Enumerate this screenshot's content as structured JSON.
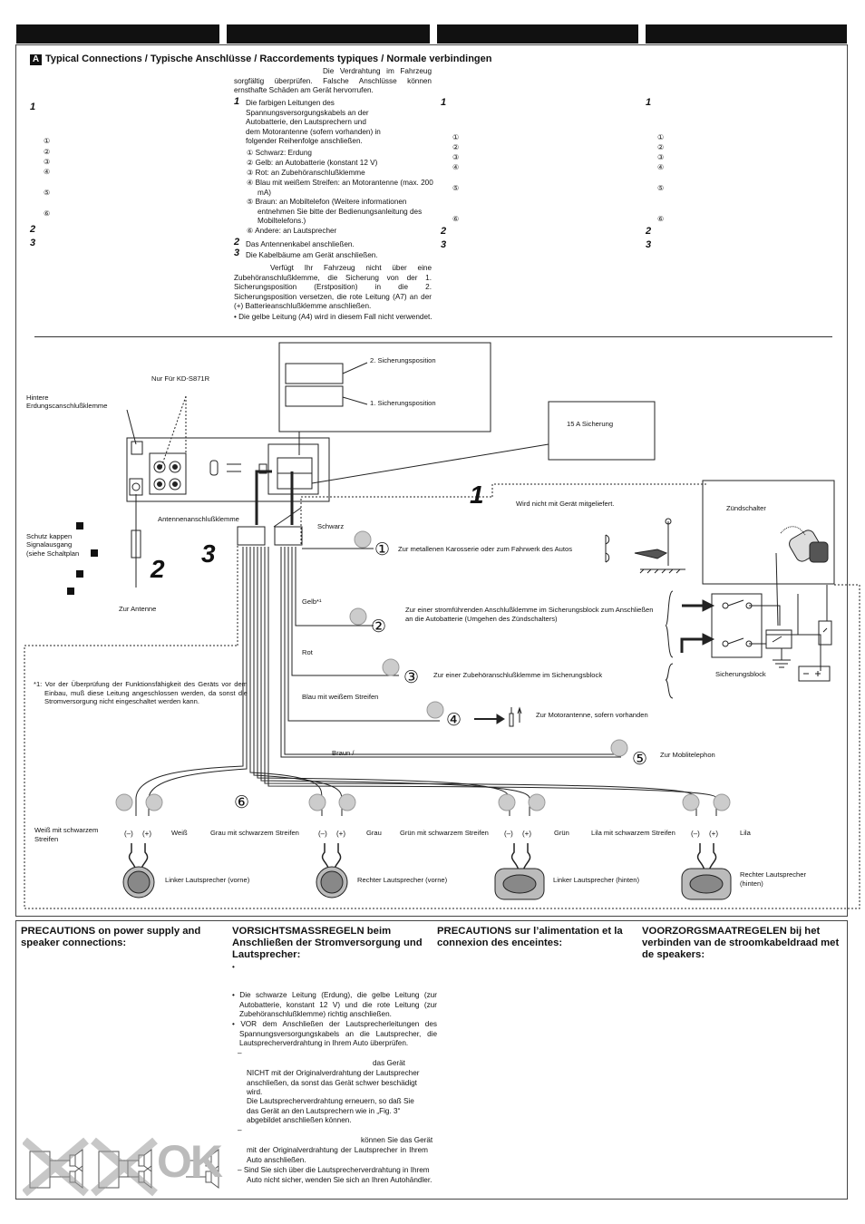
{
  "title": {
    "marker": "A",
    "text": "Typical Connections / Typische Anschlüsse / Raccordements typiques / Normale verbindingen"
  },
  "german": {
    "intro": "Die Verdrahtung im Fahrzeug sorgfältig überprüfen. Falsche Anschlüsse können ernsthafte Schäden am Gerät hervorrufen.",
    "s1_num": "1",
    "s1": "Die farbigen Leitungen des Spannungsversorgungskabels an der Autobatterie, den Lautsprechern und dem Motorantenne (sofern vorhanden) in folgender Reihenfolge anschließen.",
    "items": [
      "① Schwarz: Erdung",
      "② Gelb: an Autobatterie (konstant 12 V)",
      "③ Rot: an Zubehöranschlußklemme",
      "④ Blau mit weißem Streifen: an Motorantenne (max. 200 mA)",
      "⑤ Braun: an Mobiltelefon (Weitere informationen entnehmen Sie bitte der Bedienungsanleitung des Mobiltelefons.)",
      "⑥ Andere: an Lautsprecher"
    ],
    "s2_num": "2",
    "s2": "Das Antennenkabel anschließen.",
    "s3_num": "3",
    "s3": "Die Kabelbäume am Gerät anschließen.",
    "note": "Verfügt Ihr Fahrzeug nicht über eine Zubehöranschlußklemme, die Sicherung von der 1. Sicherungsposition (Erstposition) in die 2. Sicherungsposition versetzen, die rote Leitung (A7) an der (+) Batterieanschlußklemme anschließen.",
    "bullet": "• Die gelbe Leitung (A4) wird in diesem Fall nicht verwendet."
  },
  "columns": {
    "c1": {
      "n1": "1",
      "items": [
        "①",
        "②",
        "③",
        "④",
        "⑤",
        "⑥"
      ],
      "n2": "2",
      "n3": "3"
    },
    "c3": {
      "n1": "1",
      "items": [
        "①",
        "②",
        "③",
        "④",
        "⑤",
        "⑥"
      ],
      "n2": "2",
      "n3": "3"
    },
    "c4": {
      "n1": "1",
      "items": [
        "①",
        "②",
        "③",
        "④",
        "⑤",
        "⑥"
      ],
      "n2": "2",
      "n3": "3"
    }
  },
  "diagram": {
    "fuse_pos2": "2. Sicherungsposition",
    "fuse_pos1": "1. Sicherungsposition",
    "nur_fuer": "Nur Für KD-S871R",
    "hintere": "Hintere",
    "erdung": "Erdungscanschlußklemme",
    "fuse15": "15 A Sicherung",
    "not_supplied": "Wird nicht mit Gerät mitgeliefert.",
    "ignition": "Zündschalter",
    "antenna_terminal": "Antennenanschlußklemme",
    "schutz": [
      "Schutz kappen",
      "Signalausgang",
      "(siehe Schaltplan"
    ],
    "zur_antenne": "Zur Antenne",
    "schwarz": "Schwarz",
    "dest1": "Zur metallenen Karosserie oder zum Fahrwerk des Autos",
    "gelb": "Gelb*¹",
    "dest2": "Zur einer stromführenden Anschlußklemme im Sicherungsblock zum Anschließen an die Autobatterie (Umgehen des Zündschalters)",
    "rot": "Rot",
    "dest3": "Zur einer Zubehöranschlußklemme im Sicherungsblock",
    "blau": "Blau mit weißem Streifen",
    "dest4": "Zur Motorantenne, sofern vorhanden",
    "braun": "Braun /",
    "dest5": "Zur Moblitelephon",
    "sicherungsblock": "Sicherungsblock",
    "footnote": "*1: Vor der Überprüfung der Funktionsfähigkeit des Geräts vor dem Einbau, muß diese Leitung angeschlossen werden, da sonst die Stromversorgung nicht eingeschaltet werden kann.",
    "big1": "1",
    "big2": "2",
    "big3": "3",
    "c1": "①",
    "c2": "②",
    "c3": "③",
    "c4": "④",
    "c5": "⑤",
    "c6": "⑥",
    "spk": [
      {
        "neg": "Weiß mit schwarzem Streifen",
        "pos": "Weiß",
        "name": "Linker Lautsprecher (vorne)"
      },
      {
        "neg": "Grau mit schwarzem Streifen",
        "pos": "Grau",
        "name": "Rechter Lautsprecher (vorne)"
      },
      {
        "neg": "Grün mit schwarzem Streifen",
        "pos": "Grün",
        "name": "Linker Lautsprecher (hinten)"
      },
      {
        "neg": "Lila mit schwarzem Streifen",
        "pos": "Lila",
        "name": "Rechter Lautsprecher (hinten)"
      }
    ],
    "minus": "(–)",
    "plus": "(+)"
  },
  "precautions": {
    "en": "PRECAUTIONS on power supply and speaker connections:",
    "de": "VORSICHTSMASSREGELN beim Anschließen der Stromversorgung und Lautsprecher:",
    "fr": "PRECAUTIONS sur l’alimentation et la connexion des enceintes:",
    "nl": "VOORZORGSMAATREGELEN bij het verbinden van de stroomkabeldraad met de speakers:",
    "de_dot": "•",
    "de_b1": "• Die schwarze Leitung (Erdung), die gelbe Leitung (zur Autobatterie, konstant 12 V) und die rote Leitung (zur Zubehöranschlußklemme) richtig anschließen.",
    "de_b2": "• VOR dem Anschließen der Lautsprecherleitungen des Spannungsversorgungskabels an die Lautsprecher, die Lautsprecherverdrahtung in Ihrem Auto überprüfen.",
    "dash1": "–",
    "de_d1a": "das Gerät",
    "de_d1b": "NICHT mit der Originalverdrahtung der Lautsprecher anschließen, da sonst das Gerät schwer beschädigt wird.",
    "de_d1c": "Die Lautsprecherverdrahtung erneuern, so daß Sie das Gerät an den Lautsprechern wie in „Fig. 3“ abgebildet anschließen können.",
    "dash2": "–",
    "de_d2a": "können Sie das Gerät",
    "de_d2b": "mit der Originalverdrahtung der Lautsprecher in Ihrem Auto anschließen.",
    "de_d3": "– Sind Sie sich über die Lautsprecherverdrahtung in Ihrem Auto nicht sicher, wenden Sie sich an Ihren Autohändler.",
    "ok": "OK"
  }
}
